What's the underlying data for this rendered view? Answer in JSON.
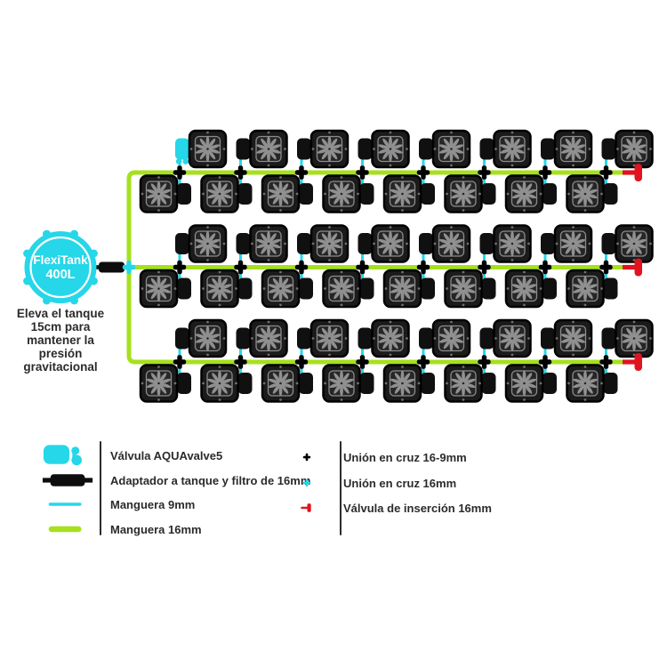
{
  "tank": {
    "name": "FlexiTank",
    "capacity": "400L"
  },
  "caption": "Eleva el tanque\n15cm para\nmantener la\npresión\ngravitacional",
  "system": {
    "row_pairs": 3,
    "pots_per_row": 8,
    "total_pots": 48
  },
  "colors": {
    "cyan": "#25d7e8",
    "green": "#a6e01e",
    "red": "#e0131f",
    "pot_body": "#1b1b1b",
    "pot_panel": "#262626",
    "pot_detail": "#909090",
    "ink": "#2b2b2b"
  },
  "legend": {
    "left": [
      {
        "icon": "aquavalve5-icon",
        "label": "Válvula AQUAvalve5"
      },
      {
        "icon": "tank-adapter-icon",
        "label": "Adaptador a tanque y filtro de 16mm"
      },
      {
        "icon": "hose-9mm-icon",
        "label": "Manguera 9mm"
      },
      {
        "icon": "hose-16mm-icon",
        "label": "Manguera 16mm"
      }
    ],
    "right": [
      {
        "icon": "cross-union-16-9-icon",
        "label": "Unión en cruz 16-9mm"
      },
      {
        "icon": "cross-union-16-icon",
        "label": "Unión en cruz 16mm"
      },
      {
        "icon": "insertion-valve-16-icon",
        "label": "Válvula de inserción 16mm"
      }
    ]
  }
}
